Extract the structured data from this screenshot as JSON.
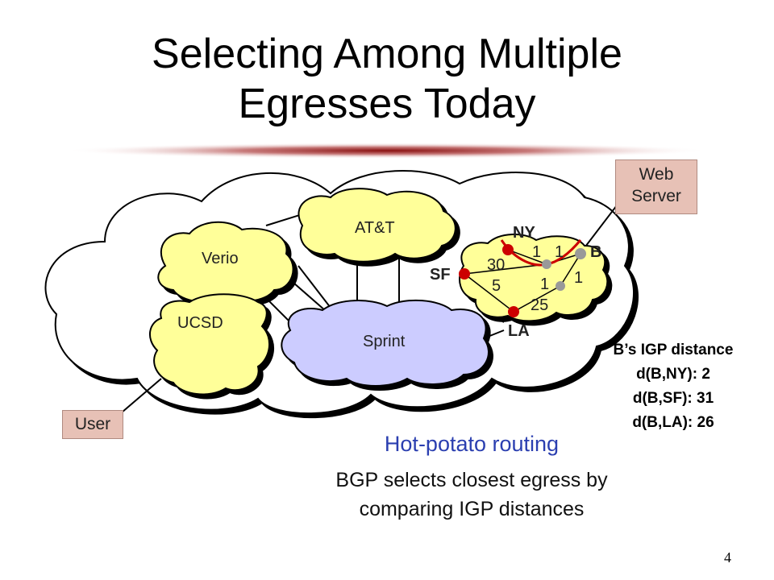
{
  "title": "Selecting Among Multiple Egresses Today",
  "title_line1": "Selecting Among Multiple",
  "title_line2": "Egresses Today",
  "web_server": "Web Server",
  "web_line1": "Web",
  "web_line2": "Server",
  "user": "User",
  "clouds": {
    "att": "AT&T",
    "verio": "Verio",
    "ucsd": "UCSD",
    "sprint": "Sprint"
  },
  "routers": {
    "ny": "NY",
    "sf": "SF",
    "la": "LA",
    "b": "B"
  },
  "weights": [
    "1",
    "1",
    "30",
    "5",
    "1",
    "1",
    "25"
  ],
  "igp": {
    "heading": "B’s IGP distance",
    "ny": "d(B,NY): 2",
    "sf": "d(B,SF): 31",
    "la": "d(B,LA): 26"
  },
  "hot_potato": "Hot-potato routing",
  "bgp_line1": "BGP selects closest egress by",
  "bgp_line2": "comparing IGP distances",
  "page_number": "4",
  "colors": {
    "yellow_cloud": "#ffff99",
    "sprint_cloud": "#ccccff",
    "box": "#e7c1b6",
    "router_red": "#cc0000",
    "router_gray": "#999999",
    "hot_potato_text": "#2b3fb0"
  }
}
